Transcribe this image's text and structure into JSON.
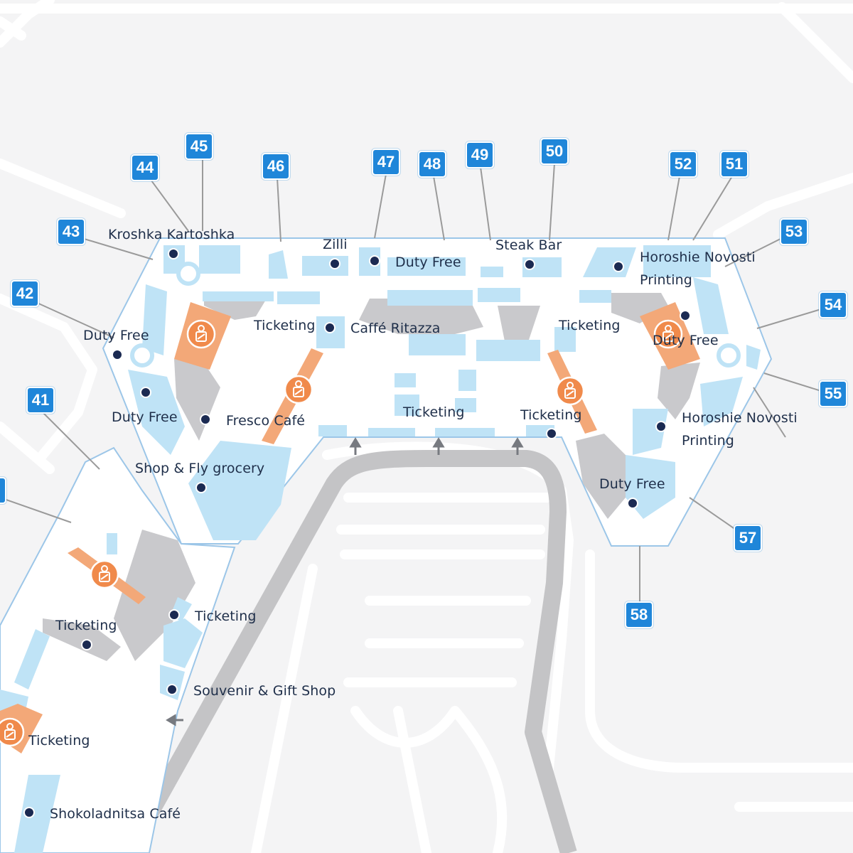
{
  "colors": {
    "background": "#f4f4f5",
    "road": "#ffffff",
    "terminal_floor": "#ffffff",
    "terminal_outline": "#9cc6e8",
    "store_block": "#bfe3f6",
    "service_block": "#c9c9cc",
    "security_zone": "#f3a878",
    "security_icon": "#f08a4b",
    "gate_badge": "#1f86d9",
    "poi_dot": "#1b2a52",
    "ramp": "#c4c4c6",
    "text": "#1f2f4a"
  },
  "gates": [
    {
      "num": "41",
      "icon": "gate-badge"
    },
    {
      "num": "42",
      "icon": "gate-badge"
    },
    {
      "num": "43",
      "icon": "gate-badge"
    },
    {
      "num": "44",
      "icon": "gate-badge"
    },
    {
      "num": "45",
      "icon": "gate-badge"
    },
    {
      "num": "46",
      "icon": "gate-badge"
    },
    {
      "num": "47",
      "icon": "gate-badge"
    },
    {
      "num": "48",
      "icon": "gate-badge"
    },
    {
      "num": "49",
      "icon": "gate-badge"
    },
    {
      "num": "50",
      "icon": "gate-badge"
    },
    {
      "num": "51",
      "icon": "gate-badge"
    },
    {
      "num": "52",
      "icon": "gate-badge"
    },
    {
      "num": "53",
      "icon": "gate-badge"
    },
    {
      "num": "54",
      "icon": "gate-badge"
    },
    {
      "num": "55",
      "icon": "gate-badge"
    },
    {
      "num": "57",
      "icon": "gate-badge"
    },
    {
      "num": "58",
      "icon": "gate-badge"
    }
  ],
  "pois": [
    {
      "label": "Kroshka Kartoshka"
    },
    {
      "label": "Zilli"
    },
    {
      "label": "Duty Free"
    },
    {
      "label": "Steak Bar"
    },
    {
      "label": "Horoshie Novosti\nPrinting"
    },
    {
      "label": "Duty Free"
    },
    {
      "label": "Ticketing"
    },
    {
      "label": "Caffé Ritazza"
    },
    {
      "label": "Ticketing"
    },
    {
      "label": "Duty Free"
    },
    {
      "label": "Duty Free"
    },
    {
      "label": "Fresco Café"
    },
    {
      "label": "Ticketing"
    },
    {
      "label": "Ticketing"
    },
    {
      "label": "Horoshie Novosti\nPrinting"
    },
    {
      "label": "Shop & Fly grocery"
    },
    {
      "label": "Duty Free"
    },
    {
      "label": "Ticketing"
    },
    {
      "label": "Ticketing"
    },
    {
      "label": "Souvenir & Gift Shop"
    },
    {
      "label": "Ticketing"
    },
    {
      "label": "Shokoladnitsa Café"
    }
  ],
  "security_checkpoints": [
    {
      "icon": "security-checkpoint-icon"
    },
    {
      "icon": "security-checkpoint-icon"
    },
    {
      "icon": "security-checkpoint-icon"
    },
    {
      "icon": "security-checkpoint-icon"
    },
    {
      "icon": "security-checkpoint-icon"
    },
    {
      "icon": "security-checkpoint-icon"
    }
  ]
}
